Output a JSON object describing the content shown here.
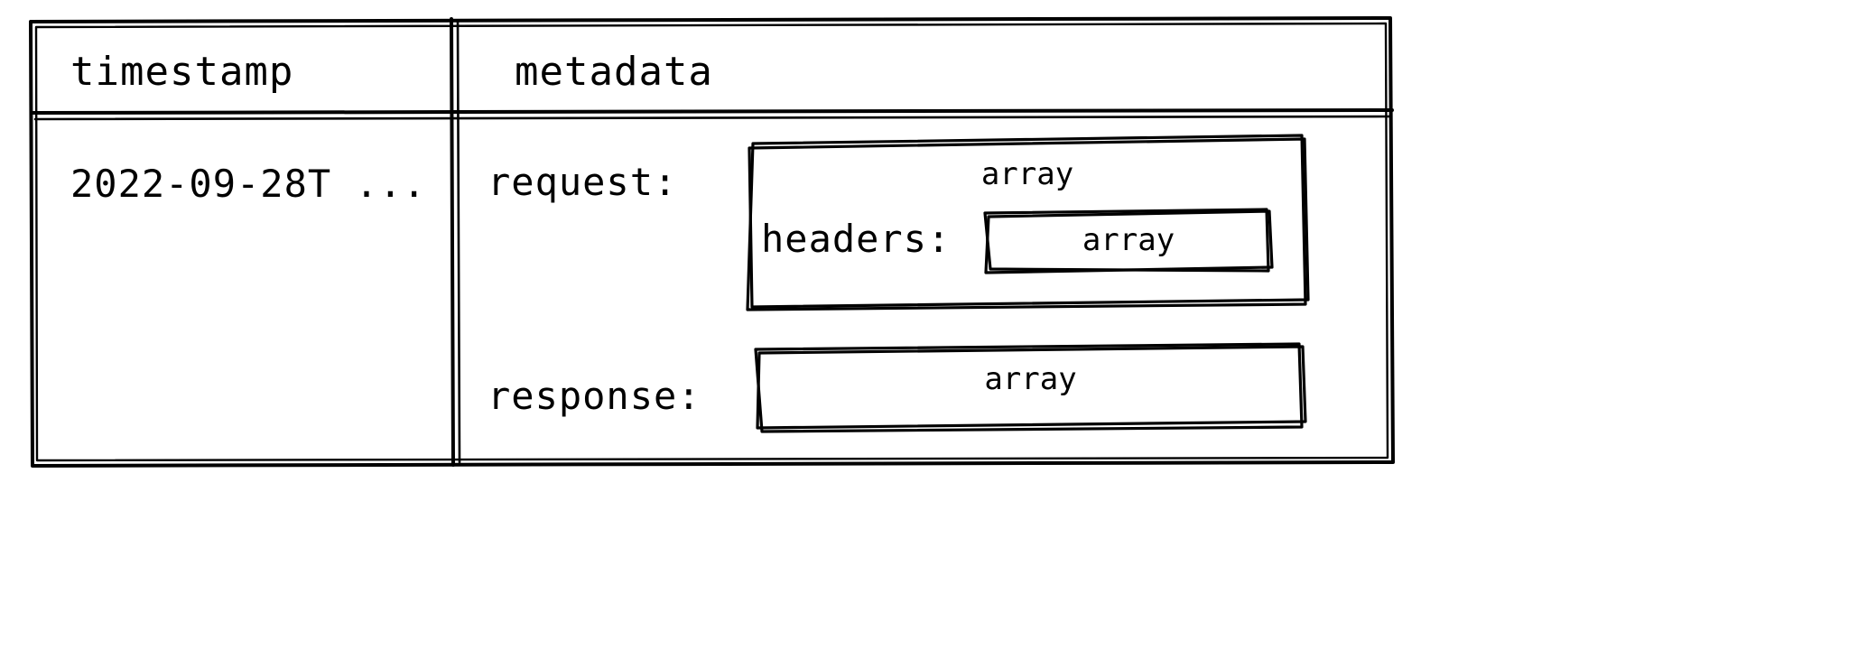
{
  "table": {
    "columns": [
      {
        "id": "timestamp",
        "header": "timestamp"
      },
      {
        "id": "metadata",
        "header": "metadata"
      }
    ],
    "row": {
      "timestamp": "2022-09-28T ...",
      "metadata": {
        "fields": [
          {
            "label": "request:",
            "type_box": {
              "type_label": "array",
              "nested": [
                {
                  "label": "headers:",
                  "type_box": {
                    "type_label": "array"
                  }
                }
              ]
            }
          },
          {
            "label": "response:",
            "type_box": {
              "type_label": "array"
            }
          }
        ]
      }
    }
  },
  "style": {
    "stroke_color": "#000000",
    "background_color": "#ffffff"
  }
}
